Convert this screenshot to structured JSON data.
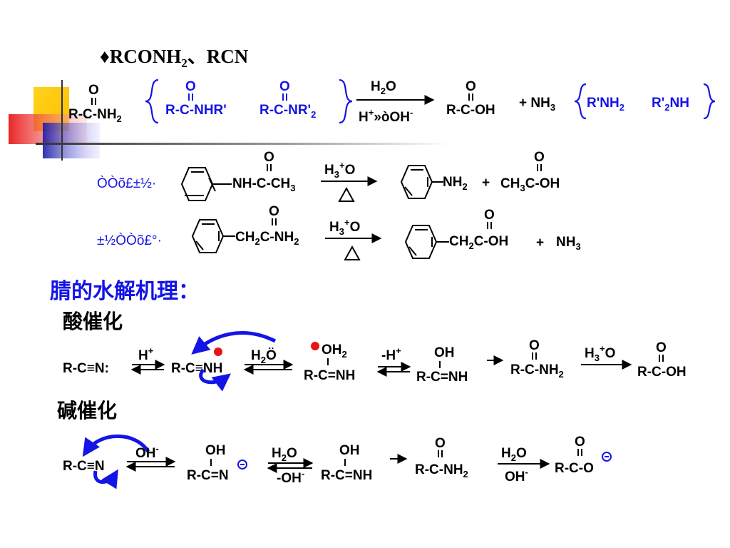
{
  "header": {
    "bullet": "♦",
    "main": "RCONH",
    "sub": "2",
    "rest": "、RCN"
  },
  "row1": {
    "amide_o": "O",
    "amide_main": "R-C-NH",
    "amide_sub": "2",
    "nhr_o": "O",
    "nhr": "R-C-NHR'",
    "nr2_o": "O",
    "nr2_main": "R-C-NR'",
    "nr2_sub": "2",
    "arrow_top": "H",
    "arrow_top_sub": "2",
    "arrow_top_rest": "O",
    "arrow_bottom": "H",
    "arrow_bottom_sup": "+",
    "arrow_bottom_mid": "»òOH",
    "arrow_bottom_sup2": "-",
    "prod_o": "O",
    "prod": "R-C-OH",
    "nh3_plus": "+ NH",
    "nh3_sub": "3",
    "amine1_main": "R'NH",
    "amine1_sub": "2",
    "amine2_a": "R'",
    "amine2_sub": "2",
    "amine2_b": "NH"
  },
  "row2": {
    "label": "ÒÒõ£±½·",
    "reactant_o": "O",
    "reactant_a": "NH-C-CH",
    "reactant_sub": "3",
    "reagent_a": "H",
    "reagent_sub": "3",
    "reagent_sup": "+",
    "reagent_b": "O",
    "product_a": "NH",
    "product_sub": "2",
    "plus": "+",
    "acid_o": "O",
    "acid_a": "CH",
    "acid_sub": "3",
    "acid_b": "C-OH"
  },
  "row3": {
    "label": "±½ÒÒõ£°·",
    "reactant_o": "O",
    "reactant_a": "CH",
    "reactant_sub": "2",
    "reactant_b": "C-NH",
    "reactant_sub2": "2",
    "reagent_a": "H",
    "reagent_sub": "3",
    "reagent_sup": "+",
    "reagent_b": "O",
    "product_o": "O",
    "product_a": "CH",
    "product_sub": "2",
    "product_b": "C-OH",
    "plus": "+",
    "nh3": "NH",
    "nh3_sub": "3"
  },
  "section_title": "腈的水解机理：",
  "acid": {
    "title": "酸催化",
    "s1": "R-C≡N:",
    "h_plus": "H",
    "h_plus_sup": "+",
    "s2": "R-C≡NH",
    "h2o_a": "H",
    "h2o_sub": "2",
    "h2o_b": "Ö",
    "s3_top_a": "OH",
    "s3_top_sub": "2",
    "s3": "R-C=NH",
    "minus_h": "-H",
    "minus_h_sup": "+",
    "s4_top": "OH",
    "s4": "R-C=NH",
    "s5_o": "O",
    "s5_a": "R-C-NH",
    "s5_sub": "2",
    "reagent_a": "H",
    "reagent_sub": "3",
    "reagent_sup": "+",
    "reagent_b": "O",
    "s6_o": "O",
    "s6": "R-C-OH"
  },
  "base": {
    "title": "碱催化",
    "s1": "R-C≡N",
    "oh": "OH",
    "oh_sup": "-",
    "s2_top": "OH",
    "s2": "R-C=N",
    "h2o_a": "H",
    "h2o_sub": "2",
    "h2o_b": "O",
    "minus_oh": "-OH",
    "minus_oh_sup": "-",
    "s3_top": "OH",
    "s3": "R-C=NH",
    "s4_o": "O",
    "s4_a": "R-C-NH",
    "s4_sub": "2",
    "r_h2o_a": "H",
    "r_h2o_sub": "2",
    "r_h2o_b": "O",
    "r_oh": "OH",
    "r_oh_sup": "-",
    "s5_o": "O",
    "s5": "R-C-O"
  },
  "colors": {
    "blue": "#1414e6",
    "black": "#000000",
    "red": "#e61414",
    "yellow": "#ffd21e"
  }
}
